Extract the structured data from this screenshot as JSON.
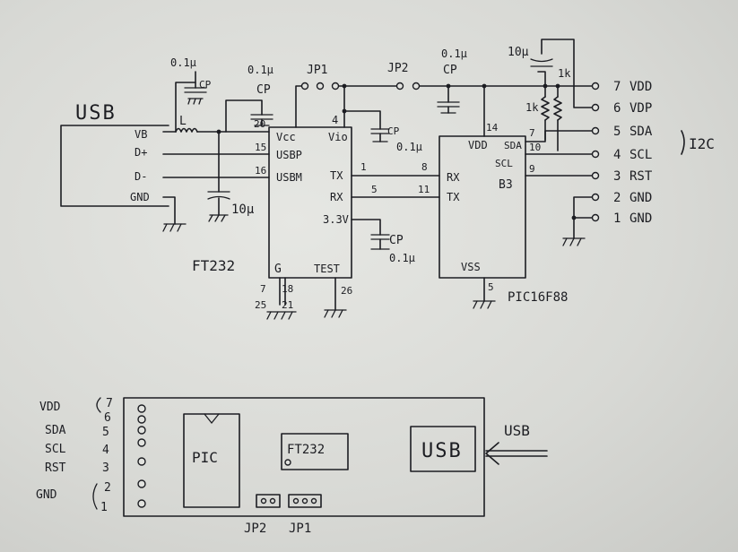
{
  "schematic": {
    "usb": {
      "title": "USB",
      "pins": [
        "VB",
        "D+",
        "D-",
        "GND"
      ]
    },
    "caps": {
      "c1_value": "0.1μ",
      "c1_label": "CP",
      "c2_value": "0.1μ",
      "c2_label": "CP",
      "c3_value": "0.1μ",
      "c3_label": "CP",
      "c4_label": "CP",
      "c4_value": "0.1μ",
      "c5_label": "CP",
      "c5_value": "0.1μ",
      "electrolytic_bottom": "10μ",
      "electrolytic_top": "10μ"
    },
    "inductor_label": "L",
    "jumpers": [
      "JP1",
      "JP2"
    ],
    "resistors": [
      "1k",
      "1k"
    ],
    "ft232": {
      "name": "FT232",
      "pins_left": [
        "Vcc",
        "USBP",
        "USBM"
      ],
      "pin_numbers_left": [
        "20",
        "15",
        "16"
      ],
      "vio": "Vio",
      "vio_pin": "4",
      "tx": "TX",
      "rx": "RX",
      "tx_pin": "1",
      "rx_pin": "5",
      "v33": "3.3V",
      "gnd": "G",
      "test": "TEST",
      "bottom_pins": [
        "7",
        "18",
        "25",
        "21",
        "26"
      ]
    },
    "pic": {
      "name": "PIC16F88",
      "vdd": "VDD",
      "vdd_pin": "14",
      "sda": "SDA",
      "scl": "SCL",
      "sda_pin": "7",
      "scl_pin": "10",
      "rx": "RX",
      "tx": "TX",
      "rx_pin": "8",
      "tx_pin": "11",
      "b3": "B3",
      "b3_pin": "9",
      "vss": "VSS",
      "vss_pin": "5"
    },
    "connector": [
      {
        "num": "7",
        "label": "VDD"
      },
      {
        "num": "6",
        "label": "VDP"
      },
      {
        "num": "5",
        "label": "SDA"
      },
      {
        "num": "4",
        "label": "SCL"
      },
      {
        "num": "3",
        "label": "RST"
      },
      {
        "num": "2",
        "label": "GND"
      },
      {
        "num": "1",
        "label": "GND"
      }
    ],
    "bus_label": "I2C"
  },
  "layout_sketch": {
    "left_labels": [
      "VDD",
      "SDA",
      "SCL",
      "RST",
      "GND"
    ],
    "left_numbers": [
      "7",
      "6",
      "5",
      "4",
      "3",
      "2",
      "1"
    ],
    "pic_label": "PIC",
    "ft_label": "FT232",
    "usb_label": "USB",
    "usb_arrow_label": "USB",
    "jumpers": [
      "JP2",
      "JP1"
    ]
  }
}
